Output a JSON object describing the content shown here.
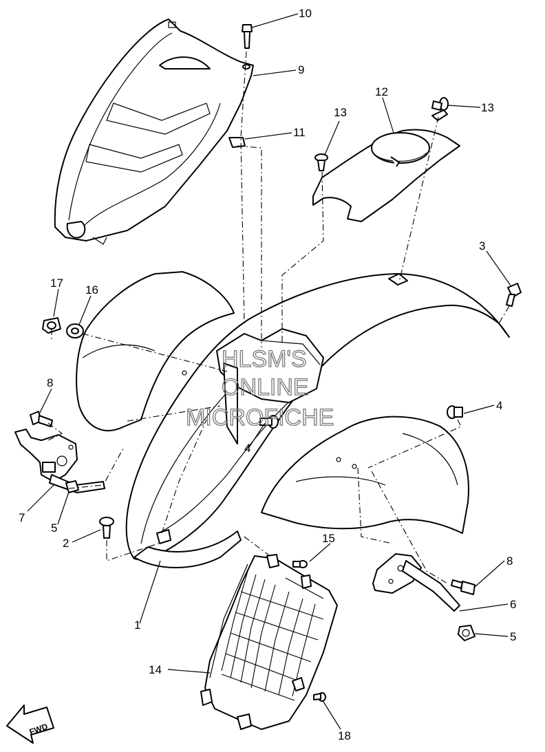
{
  "callouts": [
    {
      "id": "1",
      "text": "1"
    },
    {
      "id": "2",
      "text": "2"
    },
    {
      "id": "3",
      "text": "3"
    },
    {
      "id": "4a",
      "text": "4"
    },
    {
      "id": "4b",
      "text": "4"
    },
    {
      "id": "5a",
      "text": "5"
    },
    {
      "id": "5b",
      "text": "5"
    },
    {
      "id": "6",
      "text": "6"
    },
    {
      "id": "7",
      "text": "7"
    },
    {
      "id": "8a",
      "text": "8"
    },
    {
      "id": "8b",
      "text": "8"
    },
    {
      "id": "9",
      "text": "9"
    },
    {
      "id": "10",
      "text": "10"
    },
    {
      "id": "11",
      "text": "11"
    },
    {
      "id": "12",
      "text": "12"
    },
    {
      "id": "13a",
      "text": "13"
    },
    {
      "id": "13b",
      "text": "13"
    },
    {
      "id": "14",
      "text": "14"
    },
    {
      "id": "15",
      "text": "15"
    },
    {
      "id": "16",
      "text": "16"
    },
    {
      "id": "17",
      "text": "17"
    },
    {
      "id": "18",
      "text": "18"
    }
  ],
  "watermark": {
    "line1": "HLSM'S",
    "line2": "ONLINE",
    "line3": "MICROFICHE"
  },
  "direction_arrow": {
    "text": "FWD",
    "icon": "fwd-arrow-icon"
  }
}
